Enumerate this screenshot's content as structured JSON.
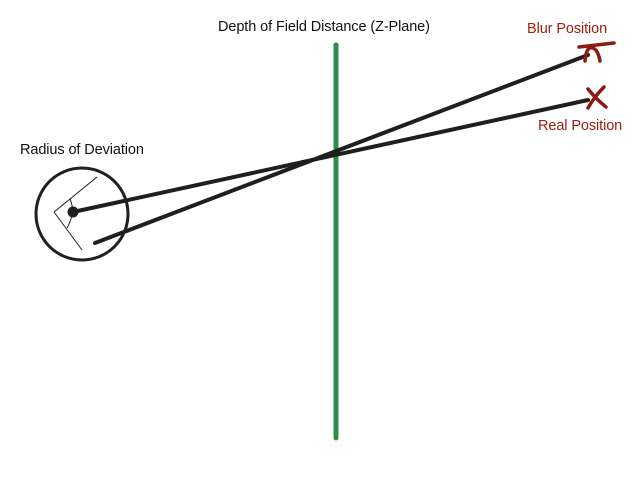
{
  "labels": {
    "plane": "Depth of Field Distance (Z-Plane)",
    "radius": "Radius of Deviation",
    "blur": "Blur Position",
    "real": "Real Position"
  },
  "colors": {
    "ink": "#1f1f1f",
    "plane": "#2e8b4a",
    "marker": "#8b1a10",
    "marker_text": "#9b2010"
  },
  "icons": {
    "blur_marker": "blur-position-marker-icon",
    "real_marker": "real-position-x-icon",
    "lens": "lens-circle-icon"
  }
}
